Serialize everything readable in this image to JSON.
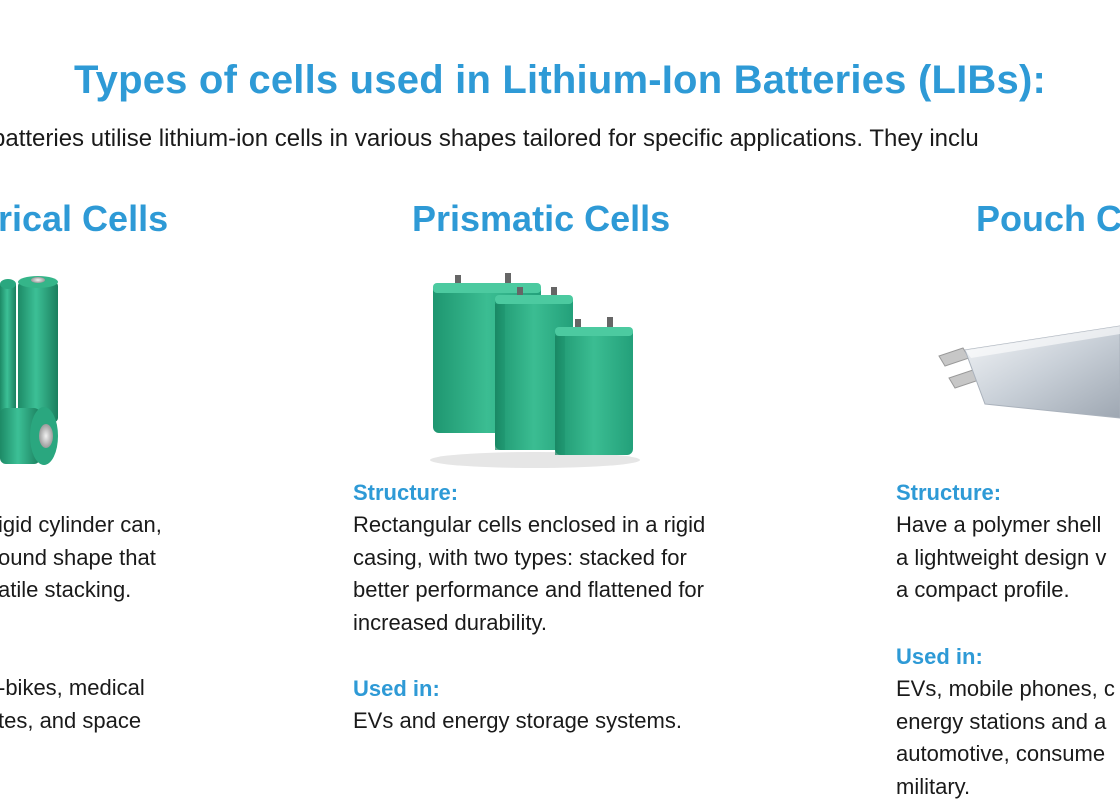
{
  "title": "Types of cells used in Lithium-Ion Batteries (LIBs):",
  "intro": "batteries utilise lithium-ion cells in various shapes tailored for specific applications. They inclu",
  "columns": {
    "cylindrical": {
      "heading": "rical Cells",
      "image": "cylindrical-cells-photo",
      "structure_lines": [
        "igid cylinder can,",
        "ound shape that",
        "atile stacking."
      ],
      "used_in_lines": [
        "-bikes, medical",
        "tes, and space"
      ]
    },
    "prismatic": {
      "heading": "Prismatic Cells",
      "image": "prismatic-cells-photo",
      "structure_label": "Structure:",
      "structure_lines": [
        "Rectangular cells enclosed in a rigid",
        "casing, with two types: stacked for",
        "better performance and flattened for",
        "increased durability."
      ],
      "used_in_label": "Used in:",
      "used_in_lines": [
        "EVs and energy storage systems."
      ]
    },
    "pouch": {
      "heading": "Pouch C",
      "image": "pouch-cell-photo",
      "structure_label": "Structure:",
      "structure_lines": [
        "Have a polymer shell",
        "a lightweight design v",
        "a compact profile."
      ],
      "used_in_label": "Used in:",
      "used_in_lines": [
        "EVs, mobile phones, c",
        "energy stations and a",
        "automotive, consume",
        "military."
      ]
    }
  },
  "colors": {
    "accent": "#2e9ad6",
    "text": "#1a1a1a",
    "cell_green": "#2aa77f"
  }
}
